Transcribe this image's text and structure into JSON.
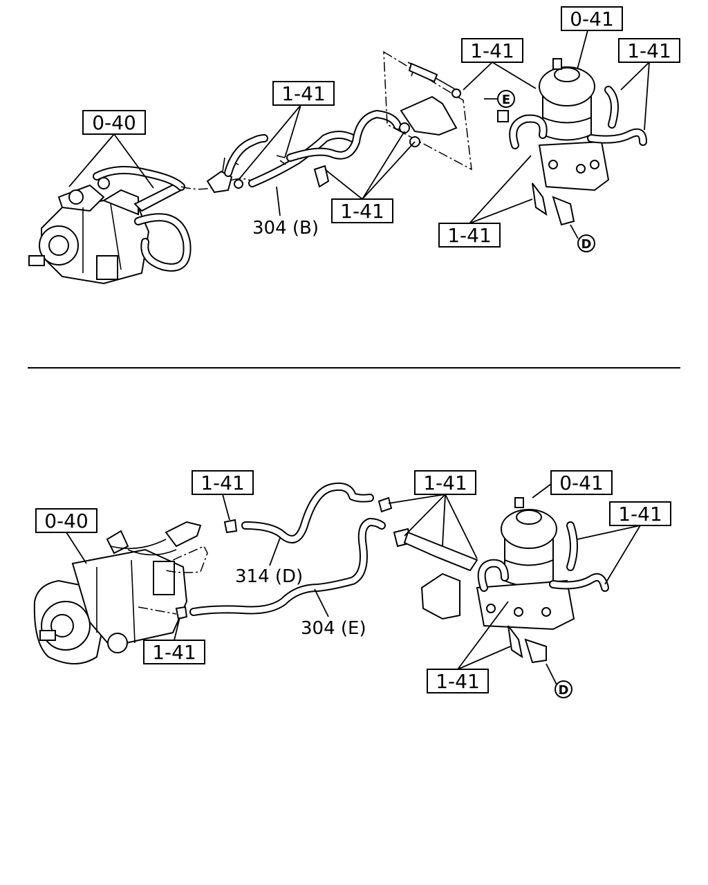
{
  "diagram": {
    "top": {
      "callouts": {
        "pump_ref": "0-40",
        "filter_ref": "0-41",
        "clip_upper_center": "1-41",
        "clip_upper_right_a": "1-41",
        "clip_upper_right_b": "1-41",
        "clip_mid_center": "1-41",
        "clip_lower_right": "1-41"
      },
      "part_labels": {
        "hose": "304 (B)"
      },
      "connectors": {
        "e": "E",
        "d": "D"
      }
    },
    "bottom": {
      "callouts": {
        "pump_ref": "0-40",
        "filter_ref": "0-41",
        "clip_upper_left": "1-41",
        "clip_upper_center": "1-41",
        "clip_right": "1-41",
        "clip_lower_left": "1-41",
        "clip_lower_right": "1-41"
      },
      "part_labels": {
        "hose_a": "314 (D)",
        "hose_b": "304 (E)"
      },
      "connectors": {
        "d": "D"
      }
    }
  }
}
